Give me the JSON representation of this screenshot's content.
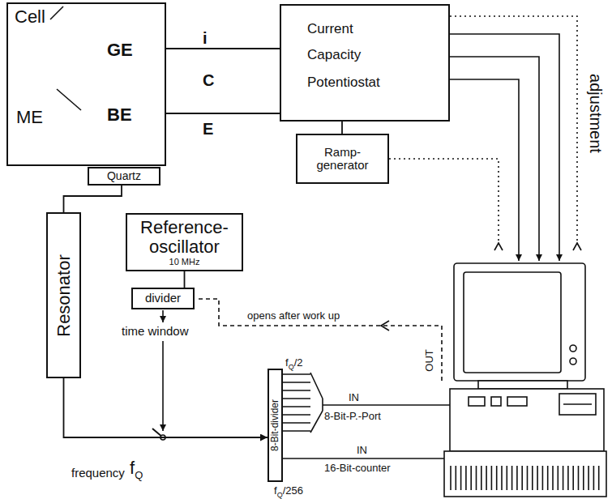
{
  "diagram": {
    "nodes": [
      {
        "text": [
          "Cell",
          "GE",
          "BE",
          "ME"
        ]
      },
      {
        "text": [
          "Quartz"
        ]
      },
      {
        "text": [
          "Current",
          "Capacity",
          "Potentiostat"
        ]
      },
      {
        "text": [
          "Ramp- generator"
        ]
      },
      {
        "text": [
          "Resonator"
        ]
      },
      {
        "text": [
          "Reference- oscillator",
          "10 MHz"
        ]
      },
      {
        "text": [
          "divider"
        ]
      },
      {
        "text": [
          "8-Bit-divider"
        ]
      }
    ],
    "edges": [
      {
        "from": 0,
        "to": 2,
        "arrow": "none"
      },
      {
        "from": 0,
        "to": 2,
        "arrow": "none"
      },
      {
        "from": 2,
        "to": 3,
        "arrow": "none"
      },
      {
        "from": 1,
        "to": 4,
        "arrow": "none"
      },
      {
        "from": 5,
        "to": 6,
        "arrow": "none"
      },
      {
        "from": 4,
        "to": 7,
        "arrow": "to"
      }
    ],
    "labels": [
      "i",
      "C",
      "E",
      "adjustment",
      "opens after work up",
      "OUT",
      "time window",
      "f",
      "Q",
      "/2",
      "IN",
      "8-Bit-P.-Port",
      "IN",
      "16-Bit-counter",
      "frequency",
      "f",
      "Q",
      "f",
      "Q",
      "/256"
    ]
  }
}
